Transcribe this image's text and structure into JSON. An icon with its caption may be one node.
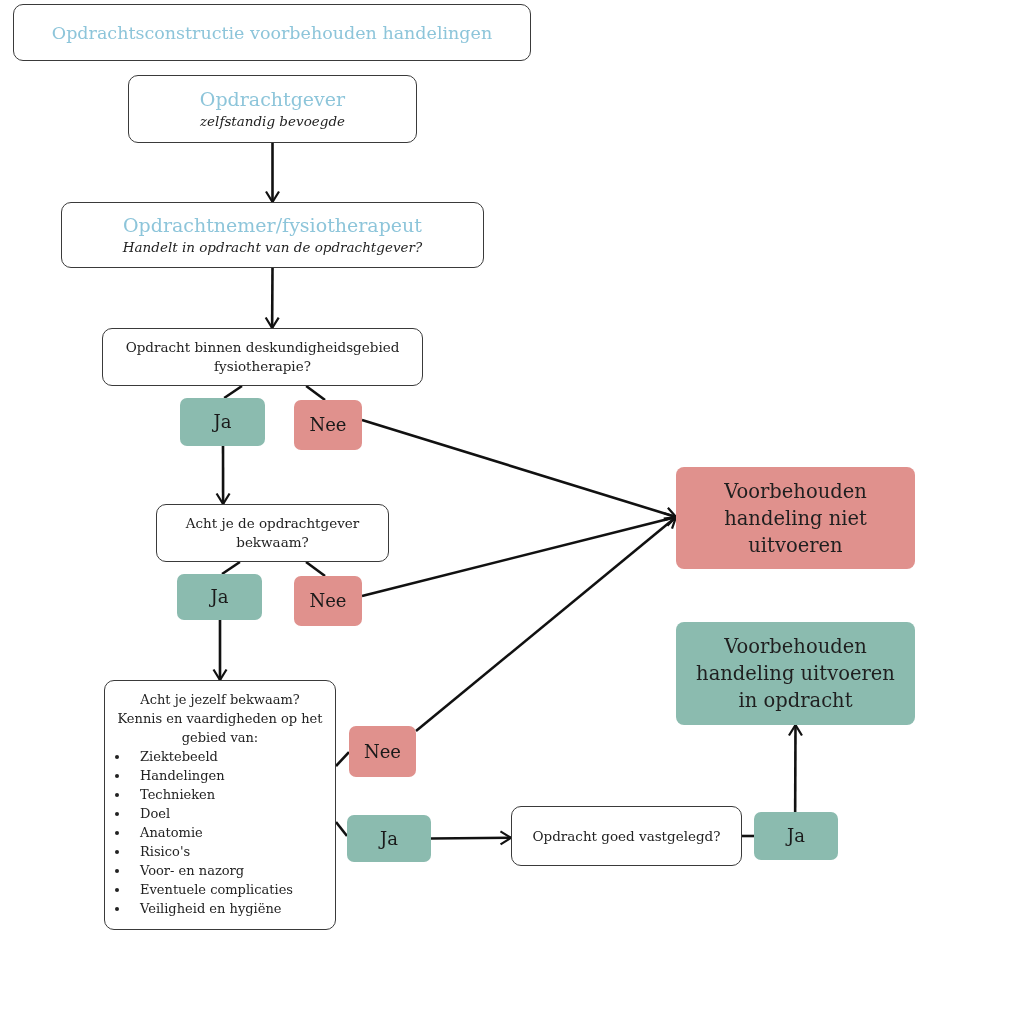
{
  "diagram": {
    "title": "Opdrachtsconstructie voorbehouden handelingen",
    "nodes": [
      {
        "text": [
          "Opdrachtgever",
          "zelfstandig bevoegde"
        ]
      },
      {
        "text": [
          "Opdrachtnemer/fysiotherapeut",
          "Handelt in opdracht van de opdrachtgever?"
        ]
      },
      {
        "text": [
          "Opdracht binnen deskundigheidsgebied fysiotherapie?"
        ]
      },
      {
        "text": [
          "Ja"
        ]
      },
      {
        "text": [
          "Nee"
        ]
      },
      {
        "text": [
          "Voorbehouden handeling niet uitvoeren"
        ]
      },
      {
        "text": [
          "Acht je de opdrachtgever bekwaam?"
        ]
      },
      {
        "text": [
          "Ja"
        ]
      },
      {
        "text": [
          "Nee"
        ]
      },
      {
        "text": [
          "Voorbehouden handeling uitvoeren in opdracht"
        ]
      },
      {
        "text": [
          "Acht je jezelf bekwaam?",
          "Kennis en vaardigheden op het gebied van:",
          "Ziektebeeld",
          "Handelingen",
          "Technieken",
          "Doel",
          "Anatomie",
          "Risico's",
          "Voor- en nazorg",
          "Eventuele complicaties",
          "Veiligheid en hygiëne"
        ]
      },
      {
        "text": [
          "Nee"
        ]
      },
      {
        "text": [
          "Ja"
        ]
      },
      {
        "text": [
          "Opdracht goed vastgelegd?"
        ]
      },
      {
        "text": [
          "Ja"
        ]
      }
    ],
    "edges": [
      {
        "from": 0,
        "to": 1,
        "arrow": "to"
      },
      {
        "from": 1,
        "to": 2,
        "arrow": "to"
      },
      {
        "from": 2,
        "to": 3,
        "arrow": "none"
      },
      {
        "from": 2,
        "to": 4,
        "arrow": "none"
      },
      {
        "from": 3,
        "to": 6,
        "arrow": "to"
      },
      {
        "from": 4,
        "to": 5,
        "arrow": "to"
      },
      {
        "from": 6,
        "to": 7,
        "arrow": "none"
      },
      {
        "from": 6,
        "to": 8,
        "arrow": "none"
      },
      {
        "from": 8,
        "to": 5,
        "arrow": "to"
      },
      {
        "from": 7,
        "to": 10,
        "arrow": "to"
      },
      {
        "from": 10,
        "to": 11,
        "arrow": "none"
      },
      {
        "from": 10,
        "to": 12,
        "arrow": "none"
      },
      {
        "from": 11,
        "to": 5,
        "arrow": "to"
      },
      {
        "from": 12,
        "to": 13,
        "arrow": "to"
      },
      {
        "from": 13,
        "to": 14,
        "arrow": "none"
      },
      {
        "from": 14,
        "to": 9,
        "arrow": "to"
      }
    ]
  }
}
